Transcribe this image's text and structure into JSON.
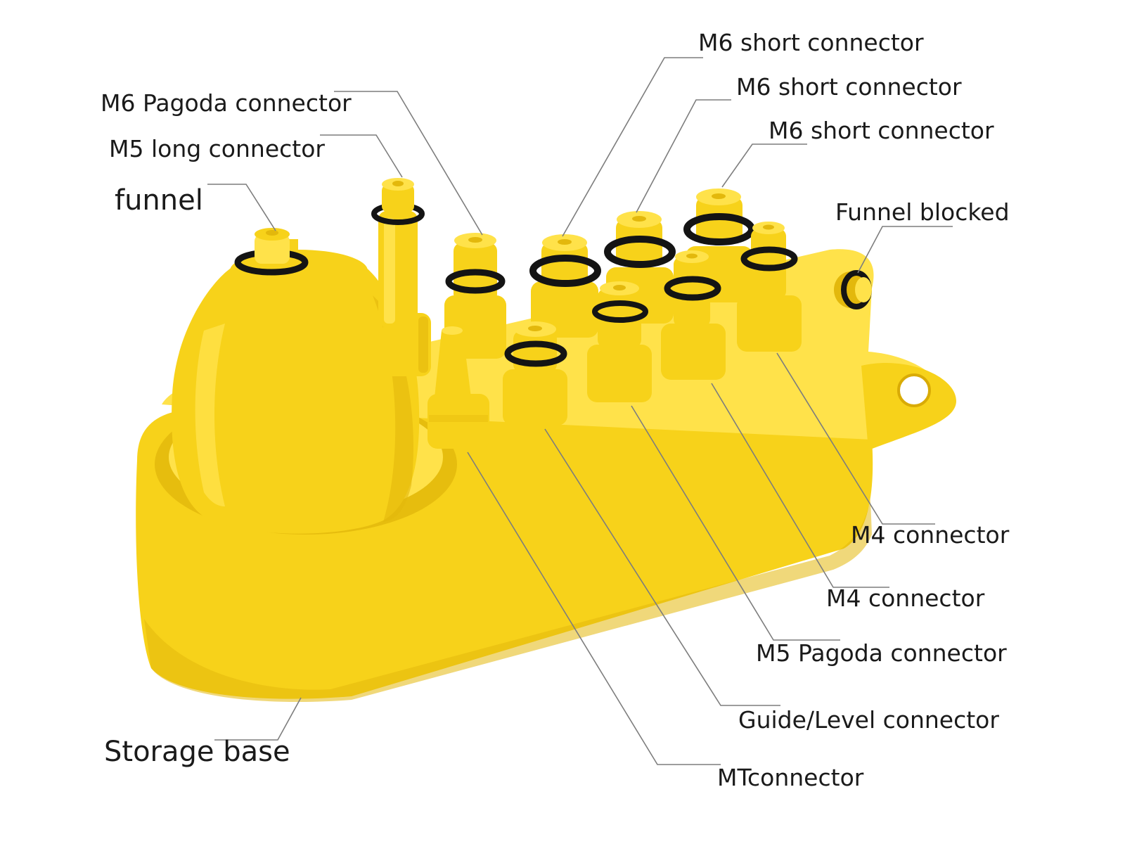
{
  "figure": {
    "background": "#ffffff",
    "part_color": "#f7d21a",
    "part_shade": "#e3b80c",
    "seal_color": "#141414",
    "leader_color": "#7d7d7d"
  },
  "labels": {
    "funnel": "funnel",
    "m5_long": "M5 long connector",
    "m6_pagoda": "M6 Pagoda connector",
    "m6_short_1": "M6 short connector",
    "m6_short_2": "M6 short connector",
    "m6_short_3": "M6 short connector",
    "funnel_blocked": "Funnel blocked",
    "m4_1": "M4 connector",
    "m4_2": "M4 connector",
    "m5_pagoda": "M5 Pagoda connector",
    "guide_level": "Guide/Level connector",
    "mt": "MTconnector",
    "storage_base": "Storage base"
  }
}
